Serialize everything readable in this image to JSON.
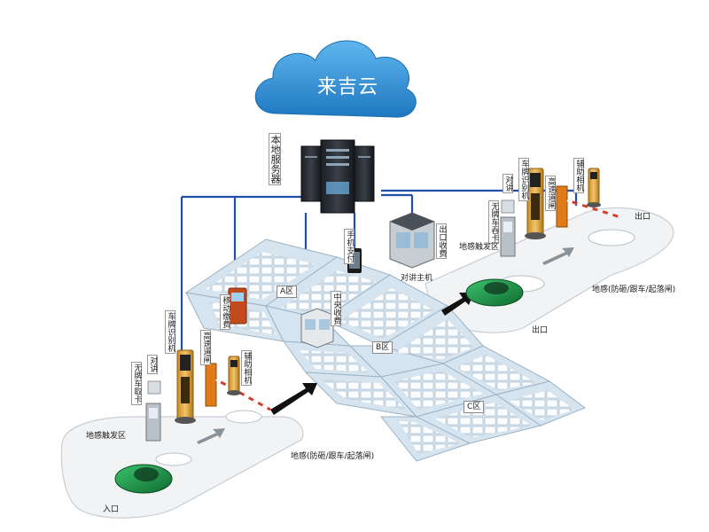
{
  "cloud": {
    "label": "来吉云",
    "color": "#2f8fd0"
  },
  "server": {
    "label": "本地服务器"
  },
  "colors": {
    "line": "#1f4fa8",
    "lot": "#d6e4ef",
    "road": "#f1f3f5",
    "car": "#1f9b4b",
    "barrier": "#e07b1a",
    "arrow": "#111111"
  },
  "labels": {
    "mobile_pay": "手机支付",
    "exit_booth": "出口收费",
    "intercom_host": "对讲主机",
    "self_pay": "移动缴费",
    "central_pay": "中央收费",
    "zone_a": "A区",
    "zone_b": "B区",
    "zone_c": "C区",
    "entry": {
      "plate_cam": "车牌识别机",
      "intercom": "对讲",
      "no_plate": "无牌车取卡",
      "gate": "高速道闸",
      "aux_cam": "辅助相机",
      "trigger_zone": "地感触发区",
      "loop": "地感(防砸/跟车/起落闸)",
      "title": "入口"
    },
    "exit": {
      "plate_cam": "车牌识别机",
      "intercom": "对讲",
      "no_plate": "无牌车吞卡",
      "gate": "高速道闸",
      "aux_cam": "辅助相机",
      "trigger_zone": "地感触发区",
      "loop": "地感(防砸/跟车/起落闸)",
      "title": "出口",
      "title_top": "出口"
    }
  }
}
